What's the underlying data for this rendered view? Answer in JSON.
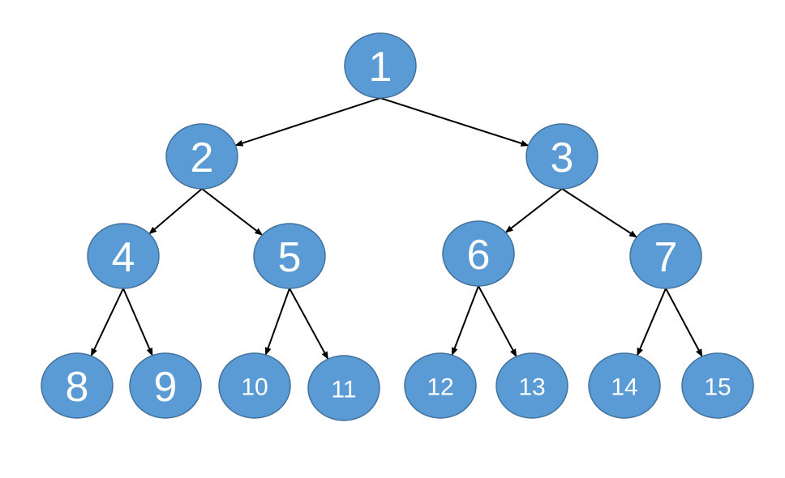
{
  "diagram": {
    "type": "tree",
    "style": {
      "node_fill": "#5b9bd5",
      "node_stroke": "#41719c",
      "label_color": "#ffffff",
      "edge_color": "#000000"
    },
    "nodes": [
      {
        "id": "n1",
        "label": "1"
      },
      {
        "id": "n2",
        "label": "2"
      },
      {
        "id": "n3",
        "label": "3"
      },
      {
        "id": "n4",
        "label": "4"
      },
      {
        "id": "n5",
        "label": "5"
      },
      {
        "id": "n6",
        "label": "6"
      },
      {
        "id": "n7",
        "label": "7"
      },
      {
        "id": "n8",
        "label": "8"
      },
      {
        "id": "n9",
        "label": "9"
      },
      {
        "id": "n10",
        "label": "10"
      },
      {
        "id": "n11",
        "label": "11"
      },
      {
        "id": "n12",
        "label": "12"
      },
      {
        "id": "n13",
        "label": "13"
      },
      {
        "id": "n14",
        "label": "14"
      },
      {
        "id": "n15",
        "label": "15"
      }
    ],
    "edges": [
      {
        "from": "n1",
        "to": "n2"
      },
      {
        "from": "n1",
        "to": "n3"
      },
      {
        "from": "n2",
        "to": "n4"
      },
      {
        "from": "n2",
        "to": "n5"
      },
      {
        "from": "n3",
        "to": "n6"
      },
      {
        "from": "n3",
        "to": "n7"
      },
      {
        "from": "n4",
        "to": "n8"
      },
      {
        "from": "n4",
        "to": "n9"
      },
      {
        "from": "n5",
        "to": "n10"
      },
      {
        "from": "n5",
        "to": "n11"
      },
      {
        "from": "n6",
        "to": "n12"
      },
      {
        "from": "n6",
        "to": "n13"
      },
      {
        "from": "n7",
        "to": "n14"
      },
      {
        "from": "n7",
        "to": "n15"
      }
    ]
  }
}
